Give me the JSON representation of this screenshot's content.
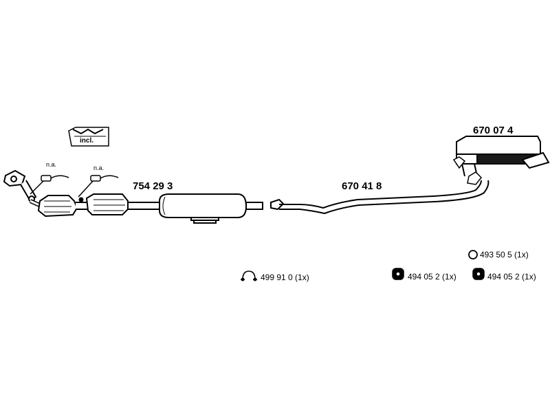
{
  "parts": {
    "front": "754 29 3",
    "middle": "670 41 8",
    "rear": "670 07 4"
  },
  "sensor_note": "n.a.",
  "kit_label": "incl.",
  "hardware": [
    {
      "icon": "clamp-icon",
      "text": "499 91 0 (1x)"
    },
    {
      "icon": "ring-icon",
      "text": "493 50 5 (1x)"
    },
    {
      "icon": "rubber-mount-icon",
      "text": "494 05 2 (1x)"
    },
    {
      "icon": "rubber-mount-icon",
      "text": "494 05 2 (1x)"
    }
  ],
  "colors": {
    "ink": "#000000",
    "pipe": "#ffffff",
    "muffler_shade": "#1a1a1a"
  }
}
